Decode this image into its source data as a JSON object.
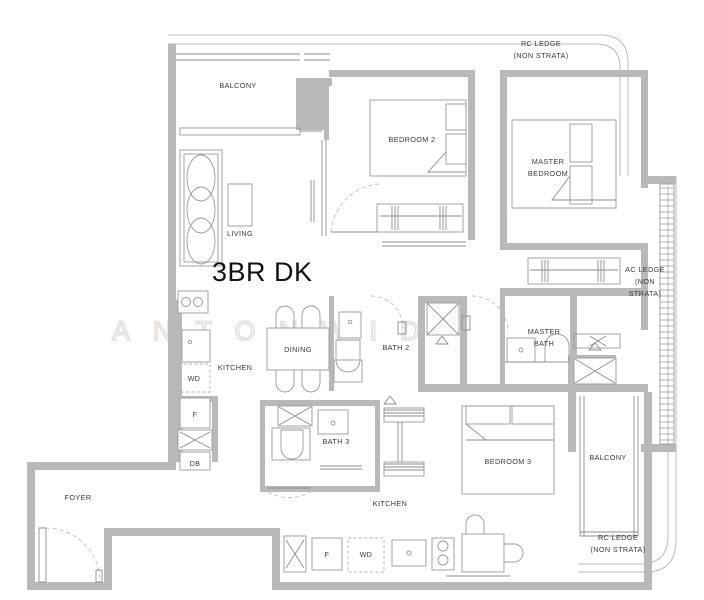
{
  "document": {
    "type": "floor-plan",
    "title": "3BR DK",
    "watermark": "ANTONWID"
  },
  "rooms": {
    "balcony_top": "BALCONY",
    "living": "LIVING",
    "bedroom2": "BEDROOM 2",
    "master_bedroom_l1": "MASTER",
    "master_bedroom_l2": "BEDROOM",
    "dining": "DINING",
    "kitchen_main": "KITCHEN",
    "kitchen_lower": "KITCHEN",
    "bath2": "BATH 2",
    "bath3": "BATH 3",
    "master_bath_l1": "MASTER",
    "master_bath_l2": "BATH",
    "bedroom3": "BEDROOM 3",
    "balcony_right": "BALCONY",
    "foyer": "FOYER"
  },
  "annotations": {
    "rc_ledge_top_l1": "RC LEDGE",
    "rc_ledge_top_l2": "(NON STRATA)",
    "ac_ledge_l1": "AC LEDGE",
    "ac_ledge_l2": "(NON",
    "ac_ledge_l3": "STRATA)",
    "rc_ledge_bottom_l1": "RC LEDGE",
    "rc_ledge_bottom_l2": "(NON STRATA)"
  },
  "appliances": {
    "wd_upper": "WD",
    "fridge_upper": "F",
    "db": "DB",
    "fridge_lower": "F",
    "wd_lower": "WD"
  },
  "colors": {
    "wall": "#b9b9b9",
    "line": "#9a9a9a",
    "text": "#3a3a3a",
    "title": "#111111",
    "background": "#ffffff",
    "watermark": "#e2e0dc"
  }
}
